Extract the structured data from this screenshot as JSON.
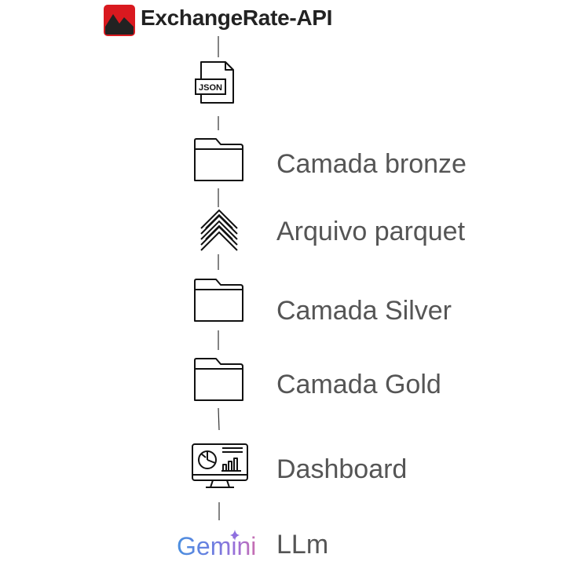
{
  "source": {
    "logo_text": "ExchangeRate-API",
    "brand_color": "#d9191f"
  },
  "nodes": [
    {
      "id": "json",
      "icon": "json-file-icon",
      "label": ""
    },
    {
      "id": "bronze",
      "icon": "folder-icon",
      "label": "Camada bronze"
    },
    {
      "id": "parquet",
      "icon": "parquet-icon",
      "label": "Arquivo parquet"
    },
    {
      "id": "silver",
      "icon": "folder-icon",
      "label": "Camada Silver"
    },
    {
      "id": "gold",
      "icon": "folder-icon",
      "label": "Camada Gold"
    },
    {
      "id": "dashboard",
      "icon": "dashboard-monitor-icon",
      "label": "Dashboard"
    },
    {
      "id": "llm",
      "icon": "gemini-logo",
      "logo_text": "Gemini",
      "label": "LLm"
    }
  ],
  "connector_color": "#333333"
}
